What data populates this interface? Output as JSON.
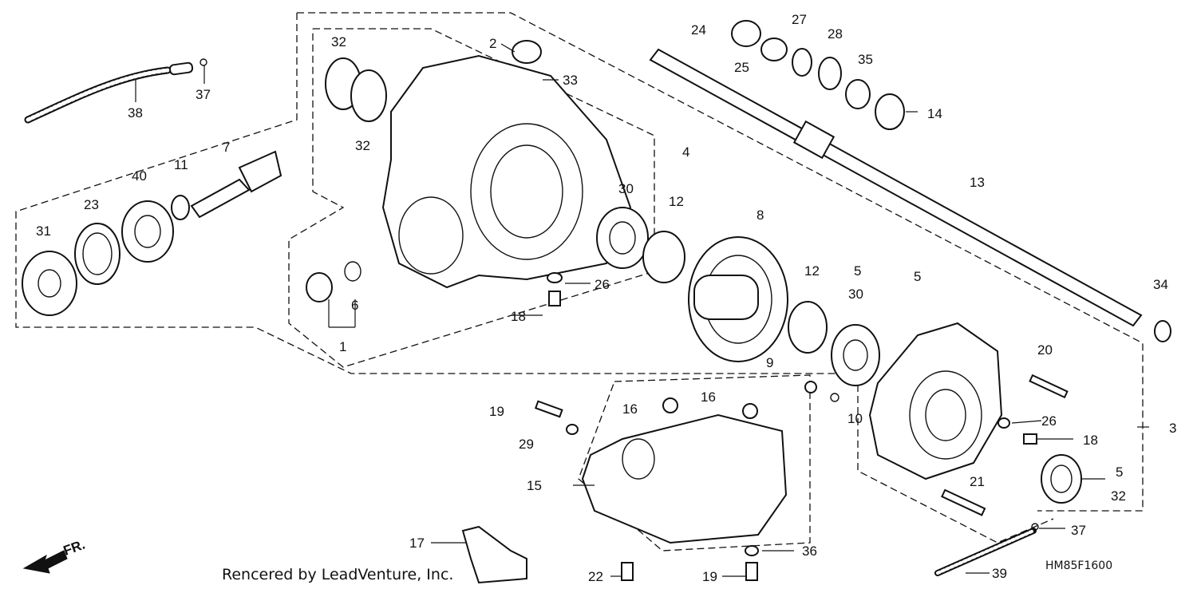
{
  "diagram": {
    "part_labels": [
      "1",
      "2",
      "3",
      "4",
      "5",
      "6",
      "7",
      "8",
      "9",
      "10",
      "11",
      "12",
      "13",
      "14",
      "15",
      "16",
      "17",
      "18",
      "19",
      "20",
      "21",
      "22",
      "23",
      "24",
      "25",
      "26",
      "27",
      "28",
      "29",
      "30",
      "31",
      "32",
      "33",
      "34",
      "35",
      "36",
      "37",
      "38",
      "39",
      "40"
    ],
    "fr_label": "FR.",
    "footer_credit": "Rencered by LeadVenture, Inc.",
    "diagram_code": "HM85F1600"
  }
}
